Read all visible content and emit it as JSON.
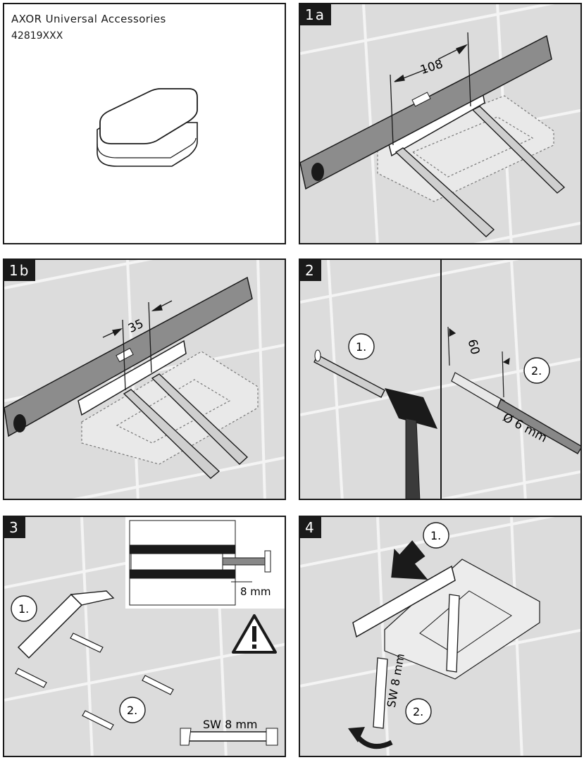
{
  "info": {
    "title": "AXOR Universal Accessories",
    "code": "42819XXX"
  },
  "steps": {
    "s1a": {
      "label": "1a",
      "dim": "108"
    },
    "s1b": {
      "label": "1b",
      "dim": "35"
    },
    "s2": {
      "label": "2",
      "bubble1": "1.",
      "bubble2": "2.",
      "dim": "60",
      "drill": "Ø 6 mm"
    },
    "s3": {
      "label": "3",
      "bubble1": "1.",
      "bubble2": "2.",
      "inset_dim": "8 mm",
      "wrench": "SW 8 mm"
    },
    "s4": {
      "label": "4",
      "bubble1": "1.",
      "bubble2": "2.",
      "wrench": "SW 8 mm"
    }
  },
  "colors": {
    "wall": "#dcdcdc",
    "tile_line": "#f4f4f4",
    "ink": "#1a1a1a",
    "level": "#8c8c8c"
  }
}
